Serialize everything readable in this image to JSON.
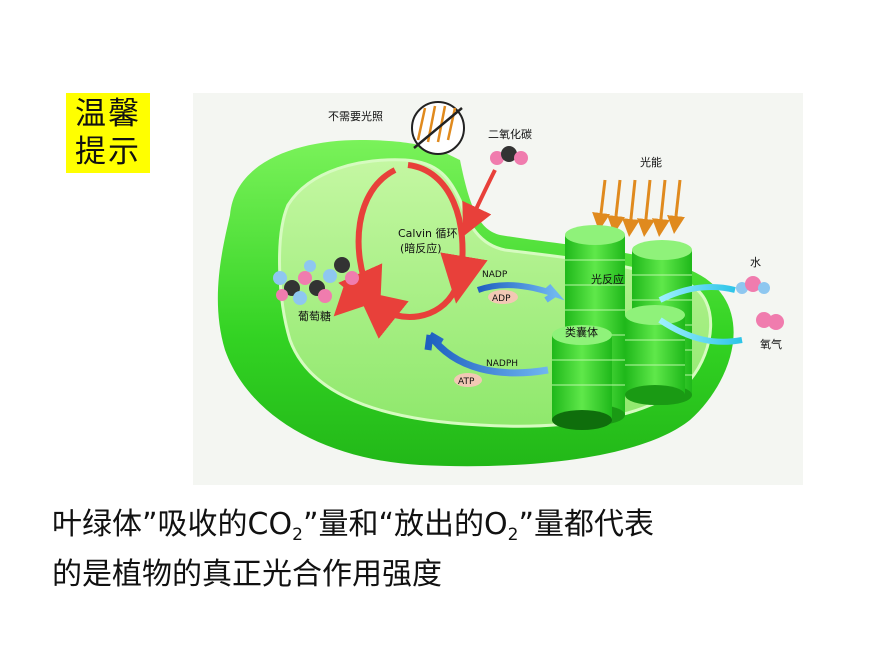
{
  "tip": {
    "line1": "温馨",
    "line2": "提示"
  },
  "diagram": {
    "no_light": "不需要光照",
    "co2": "二氧化碳",
    "light_energy": "光能",
    "calvin_1": "Calvin 循环",
    "calvin_2": "(暗反应)",
    "nadp": "NADP",
    "adp": "ADP",
    "nadph": "NADPH",
    "atp": "ATP",
    "glucose": "葡萄糖",
    "light_reaction": "光反应",
    "thylakoid": "类囊体",
    "water": "水",
    "oxygen": "氧气"
  },
  "caption": {
    "p1": "叶绿体”吸收的CO",
    "sub1": "2",
    "p2": "”量和“放出的O",
    "sub2": "2",
    "p3": "”量都代表",
    "line2": "的是植物的真正光合作用强度"
  },
  "colors": {
    "tip_bg": "#ffff00",
    "chloroplast_green": "#3ddc2a",
    "arrow_red": "#e8403a",
    "arrow_blue": "#2f7fd8",
    "light_arrow": "#e08a1e"
  }
}
